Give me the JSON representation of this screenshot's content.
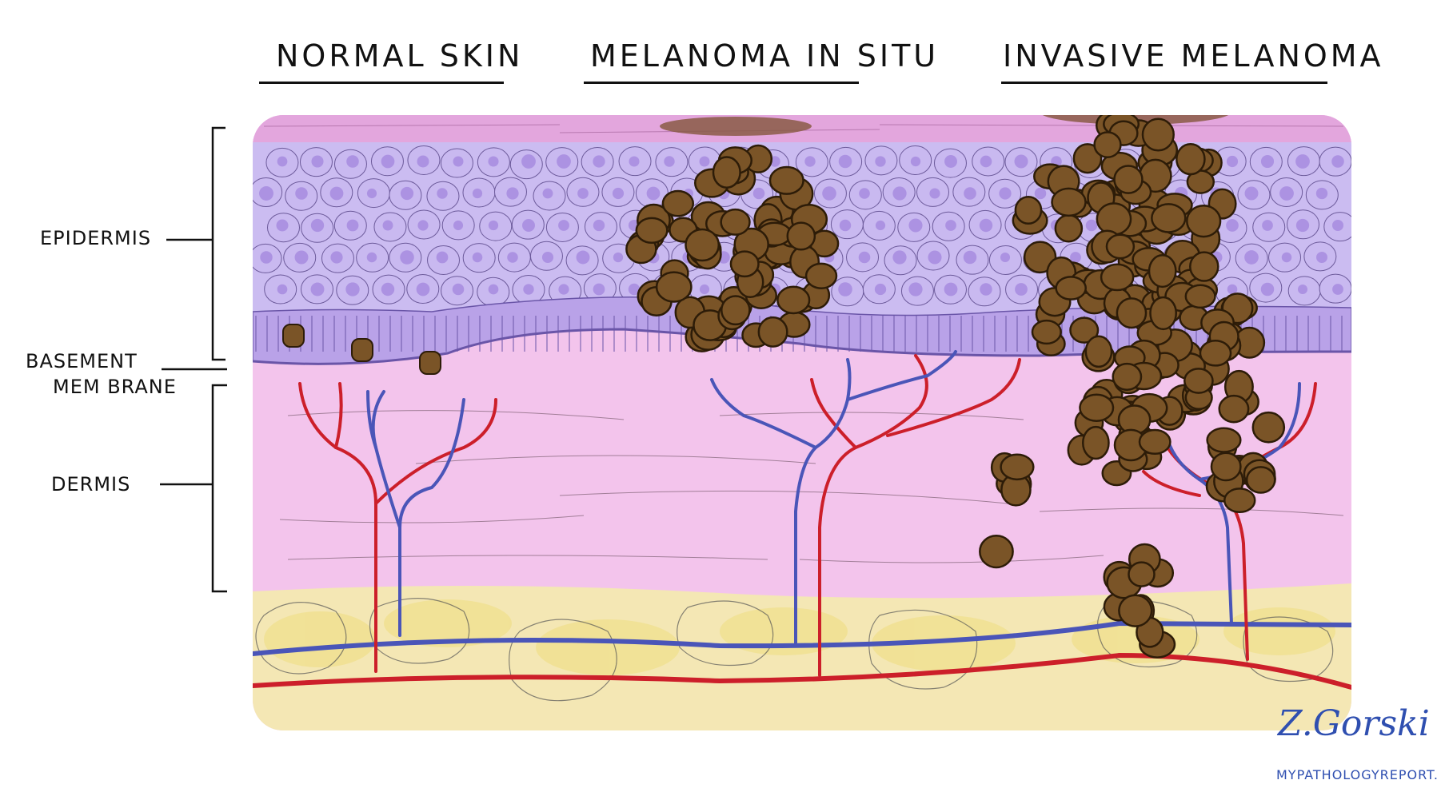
{
  "titles": {
    "normal": "NORMAL SKIN",
    "in_situ": "MELANOMA IN SITU",
    "invasive": "INVASIVE MELANOMA"
  },
  "labels": {
    "epidermis": "EPIDERMIS",
    "basement_1": "BASEMENT",
    "basement_2": "MEM BRANE",
    "dermis": "DERMIS"
  },
  "signature": {
    "name": "Z.Gorski",
    "site": "MYPATHOLOGYREPORT.CA"
  },
  "colors": {
    "stratum_corneum": "#e7a8df",
    "keratinocyte": "#c9b9f0",
    "keratinocyte_nucleus": "#a98ee0",
    "basal_layer": "#b49ae6",
    "dermis": "#f3c4ec",
    "fat": "#f2e6a8",
    "melanoma_cell": "#7a5427",
    "melanoma_outline": "#2d1c08",
    "artery": "#cc1f2a",
    "vein": "#4a55b8"
  }
}
